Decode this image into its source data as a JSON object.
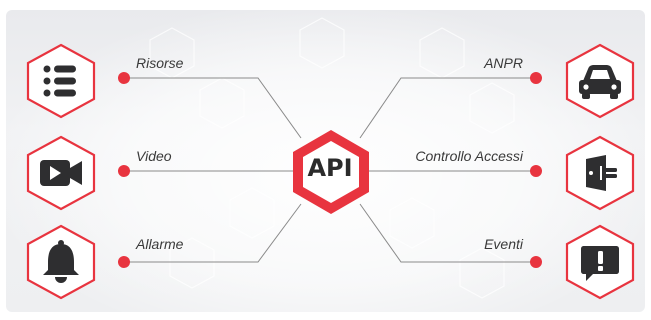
{
  "center": {
    "label": "API"
  },
  "left_nodes": [
    {
      "label": "Risorse",
      "icon": "list-icon"
    },
    {
      "label": "Video",
      "icon": "video-camera-icon"
    },
    {
      "label": "Allarme",
      "icon": "bell-icon"
    }
  ],
  "right_nodes": [
    {
      "label": "ANPR",
      "icon": "car-icon"
    },
    {
      "label": "Controllo Accessi",
      "icon": "door-access-icon"
    },
    {
      "label": "Eventi",
      "icon": "alert-message-icon"
    }
  ],
  "colors": {
    "accent": "#e8343f",
    "icon_dark": "#2e2e30",
    "line": "#8a8a8a"
  }
}
